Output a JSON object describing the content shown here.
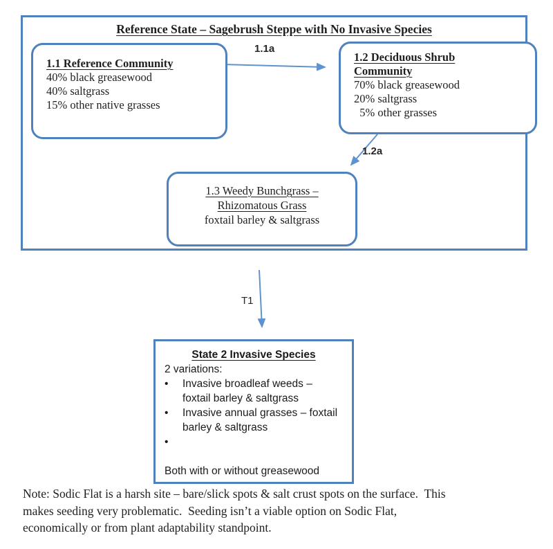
{
  "colors": {
    "box_border": "#4f81bd",
    "arrow": "#5f93cf",
    "text": "#1f1f1f",
    "label_text": "#262626"
  },
  "reference_state": {
    "title": "Reference State – Sagebrush Steppe with No Invasive Species",
    "community_1_1": {
      "title": "1.1 Reference Community",
      "lines": [
        "40% black greasewood",
        "40% saltgrass",
        "15% other native grasses"
      ]
    },
    "community_1_2": {
      "title_lines": [
        "1.2 Deciduous Shrub",
        "Community"
      ],
      "lines": [
        "70% black greasewood",
        "20% saltgrass",
        "  5% other grasses"
      ]
    },
    "community_1_3": {
      "title_lines": [
        "1.3 Weedy Bunchgrass –",
        "Rhizomatous Grass"
      ],
      "line": "foxtail barley & saltgrass"
    }
  },
  "transitions": {
    "pathway_1_1a": "1.1a",
    "pathway_1_2a": "1.2a",
    "transition_t1": "T1"
  },
  "state_2": {
    "title": "State 2 Invasive Species",
    "intro": "2 variations:",
    "bullet_glyph": "•",
    "bullets": [
      {
        "lines": [
          "Invasive broadleaf weeds –",
          "foxtail barley & saltgrass"
        ]
      },
      {
        "lines": [
          "Invasive annual grasses – foxtail",
          "barley & saltgrass"
        ]
      },
      {
        "lines": [
          "",
          ""
        ]
      }
    ],
    "footer": "Both with or without greasewood"
  },
  "note": {
    "lines": [
      "Note: Sodic Flat is a harsh site – bare/slick spots & salt crust spots on the surface.  This",
      "makes seeding very problematic.  Seeding isn’t a viable option on Sodic Flat,",
      "economically or from plant adaptability standpoint."
    ]
  }
}
